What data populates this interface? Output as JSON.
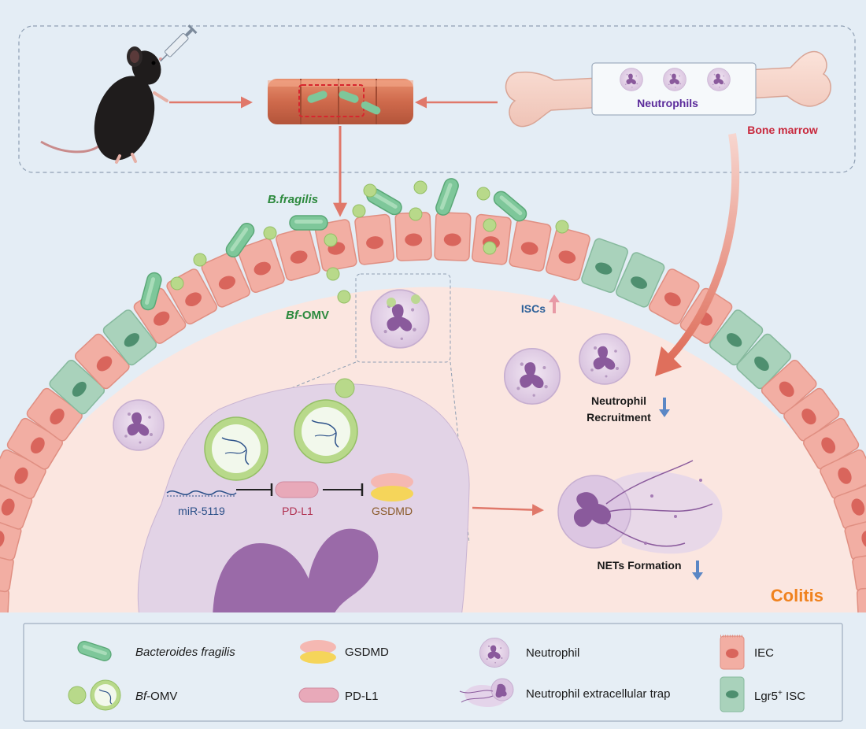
{
  "colors": {
    "background": "#e4edf5",
    "tissue": "#fbe6e0",
    "iec": "#f2aea3",
    "iec_nucleus": "#d9655c",
    "isc": "#a9d2bb",
    "isc_nucleus": "#4e8f6f",
    "bacteria": "#7ec79a",
    "omv": "#b8d98a",
    "neutrophil": "#e8d8ea",
    "neutrophil_nucleus": "#8a5a9c",
    "arrow": "#e0786a",
    "colitis": "#f0821e",
    "bf_green": "#2d8a3e",
    "neutrophils_label": "#5a2a9a",
    "bone_marrow_label": "#c8283c",
    "isc_label": "#2a5f98",
    "down_arrow": "#5b87c5",
    "up_arrow": "#e89aa6"
  },
  "labels": {
    "neutrophils": "Neutrophils",
    "bone_marrow": "Bone marrow",
    "b_fragilis": "B.fragilis",
    "bf_omv_prefix": "Bf",
    "bf_omv_suffix": "-OMV",
    "iscs": "ISCs",
    "neutrophil_recruitment_1": "Neutrophil",
    "neutrophil_recruitment_2": "Recruitment",
    "mir": "miR-5119",
    "pdl1": "PD-L1",
    "gsdmd": "GSDMD",
    "nets": "NETs Formation",
    "colitis": "Colitis"
  },
  "legend": {
    "bacteroides": "Bacteroides fragilis",
    "bf_omv_prefix": "Bf",
    "bf_omv_suffix": "-OMV",
    "gsdmd": "GSDMD",
    "pdl1": "PD-L1",
    "neutrophil": "Neutrophil",
    "net": "Neutrophil extracellular trap",
    "iec": "IEC",
    "lgr5_prefix": "Lgr5",
    "lgr5_sup": "+",
    "lgr5_suffix": " ISC"
  }
}
